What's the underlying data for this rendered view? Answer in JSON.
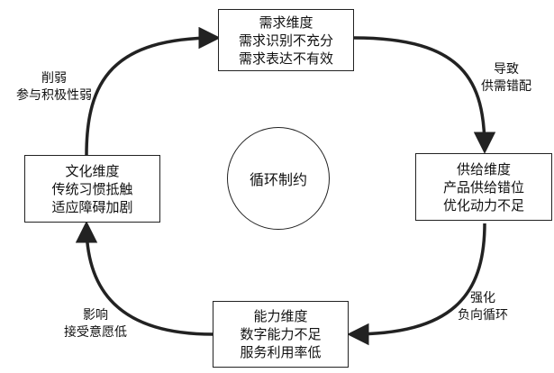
{
  "nodes": {
    "top": {
      "title": "需求维度",
      "line1": "需求识别不充分",
      "line2": "需求表达不有效"
    },
    "right": {
      "title": "供给维度",
      "line1": "产品供给错位",
      "line2": "优化动力不足"
    },
    "bottom": {
      "title": "能力维度",
      "line1": "数字能力不足",
      "line2": "服务利用率低"
    },
    "left": {
      "title": "文化维度",
      "line1": "传统习惯抵触",
      "line2": "适应障碍加剧"
    }
  },
  "center": {
    "text": "循环制约"
  },
  "edges": {
    "top_right": {
      "line1": "导致",
      "line2": "供需错配"
    },
    "right_bottom": {
      "line1": "强化",
      "line2": "负向循环"
    },
    "bottom_left": {
      "line1": "影响",
      "line2": "接受意愿低"
    },
    "left_top": {
      "line1": "削弱",
      "line2": "参与积极性弱"
    }
  },
  "colors": {
    "stroke": "#222222",
    "background": "#ffffff"
  }
}
